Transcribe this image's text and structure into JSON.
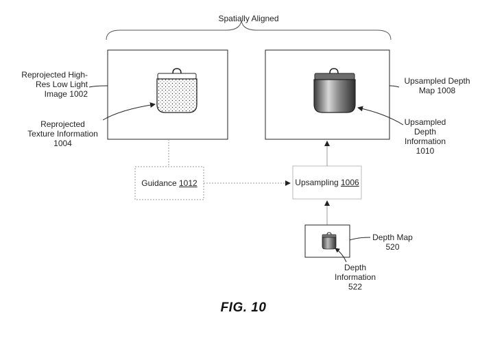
{
  "header": {
    "bracket_label": "Spatially Aligned"
  },
  "left_panel": {
    "image_label": [
      "Reprojected High-",
      "Res Low Light",
      "Image 1002"
    ],
    "texture_label": [
      "Reprojected",
      "Texture Information",
      "1004"
    ]
  },
  "right_panel": {
    "map_label": [
      "Upsampled Depth",
      "Map 1008"
    ],
    "depth_info_label": [
      "Upsampled",
      "Depth",
      "Information",
      "1010"
    ]
  },
  "guidance": {
    "text": "Guidance ",
    "ref": "1012"
  },
  "upsampling": {
    "text": "Upsampling ",
    "ref": "1006"
  },
  "depth_map": {
    "map_label": [
      "Depth Map",
      "520"
    ],
    "info_label": [
      "Depth",
      "Information",
      "522"
    ]
  },
  "figure": {
    "caption": "FIG. 10"
  },
  "colors": {
    "line": "#222222",
    "dotted_line": "#999999",
    "jar_fill_light": "#ffffff",
    "jar_fill_dark": "#555555"
  }
}
